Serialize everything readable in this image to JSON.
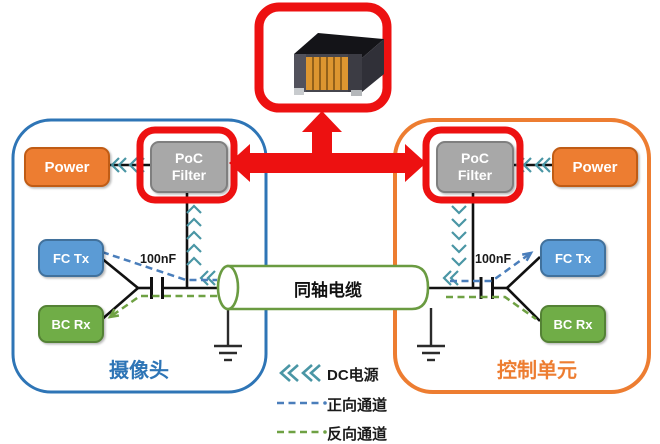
{
  "camera": {
    "title": "摄像头",
    "power": "Power",
    "poc_line1": "PoC",
    "poc_line2": "Filter",
    "fc_tx": "FC Tx",
    "bc_rx": "BC Rx",
    "capacitor": "100nF"
  },
  "control": {
    "title": "控制单元",
    "power": "Power",
    "poc_line1": "PoC",
    "poc_line2": "Filter",
    "fc_tx": "FC Tx",
    "bc_rx": "BC Rx",
    "capacitor": "100nF"
  },
  "cable": {
    "label": "同轴电缆"
  },
  "legend": {
    "dc_power": "DC电源",
    "forward_channel": "正向通道",
    "reverse_channel": "反向通道"
  },
  "component_photo": "wire-wound-chip-inductor",
  "colors": {
    "highlight_red": "#ED1111",
    "camera_border_blue": "#2E75B6",
    "control_border_orange": "#ED7D31",
    "power_box_orange": "#ED7D31",
    "poc_filter_gray": "#A8A8A8",
    "fc_tx_blue": "#5B9BD5",
    "bc_rx_green": "#70AD47",
    "dc_chevron_teal": "#4A96A5",
    "forward_dash_blue": "#4A7EBB",
    "reverse_dash_green": "#6FA143",
    "cable_green": "#6A9B41"
  }
}
